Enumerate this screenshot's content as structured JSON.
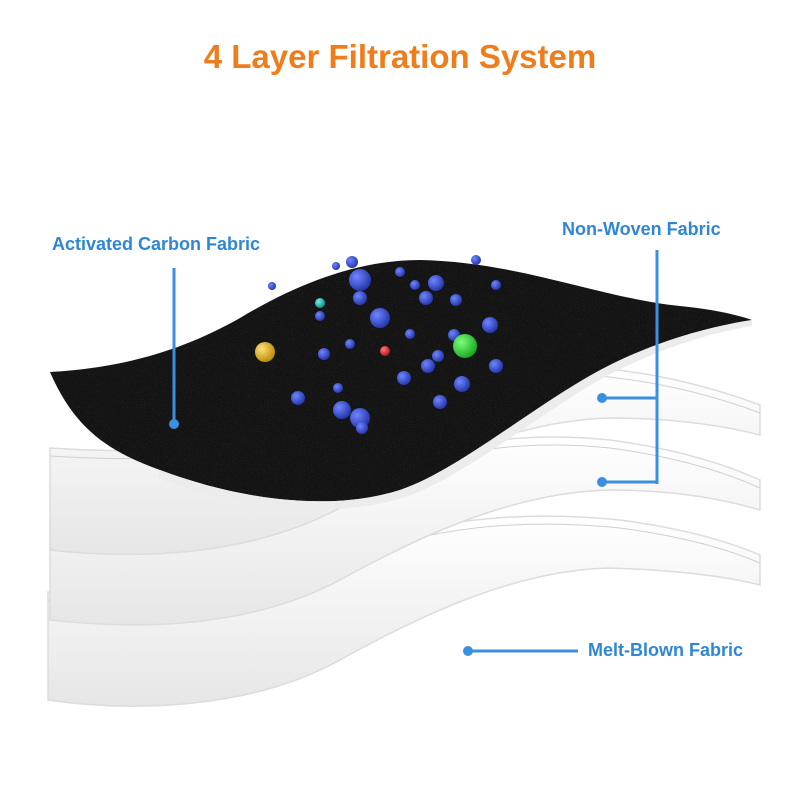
{
  "title": "4 Layer Filtration System",
  "labels": {
    "carbon": "Activated Carbon Fabric",
    "nonwoven": "Non-Woven Fabric",
    "meltblown": "Melt-Blown Fabric"
  },
  "colors": {
    "title": "#f07d1c",
    "label": "#2f86d6",
    "leader_line": "#3a8fe0",
    "carbon_layer": "#111111",
    "white_layer": "#f7f7f7",
    "particle_blue": "#3346c8",
    "particle_green": "#2ecc3a",
    "particle_yellow": "#e0b81c",
    "particle_red": "#e0242b",
    "particle_teal": "#1ba8a8"
  },
  "layers": [
    "carbon",
    "nonwoven",
    "nonwoven",
    "meltblown"
  ]
}
